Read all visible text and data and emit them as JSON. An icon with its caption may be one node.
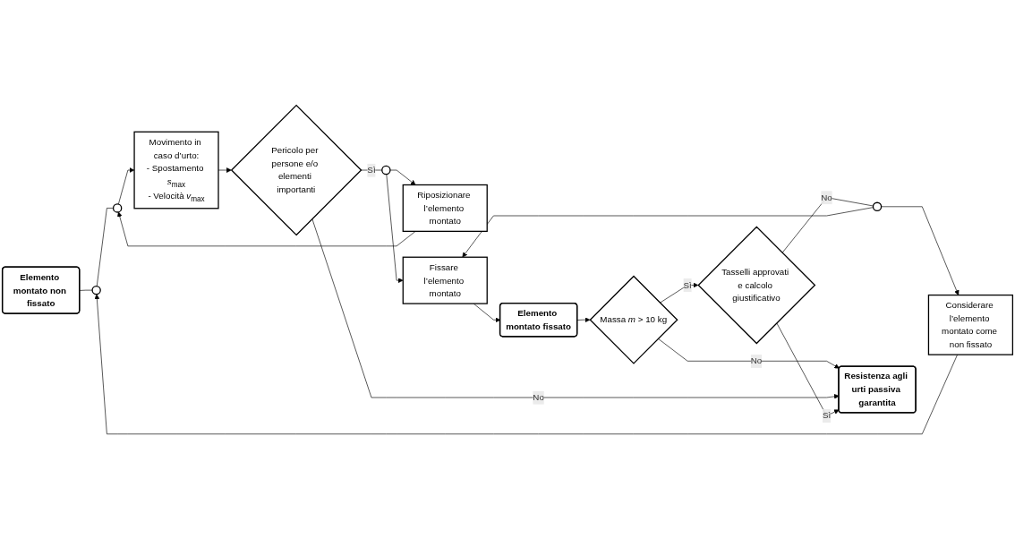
{
  "diagram": {
    "nodes": [
      {
        "text": [
          "Elemento montato non fissato"
        ]
      },
      {
        "text": [
          "Elemento montato fissato"
        ]
      },
      {
        "text": [],
        "shape": "circle"
      },
      {
        "text": [],
        "shape": "circle"
      },
      {
        "text": [
          "Movimento in caso d’urto:",
          "- Spostamento *s*$_{max}$",
          "- Velocità *v*$_{max}$"
        ]
      },
      {
        "text": [
          "Massa *m* > 10 kg"
        ]
      },
      {
        "text": [
          "Considerare l’elemento montato come non fissato"
        ]
      },
      {
        "text": [
          "Riposizionare l’elemento montato"
        ]
      },
      {
        "text": [
          "Pericolo per persone e/o elementi importanti"
        ]
      },
      {
        "text": [],
        "shape": "circle"
      },
      {
        "text": [
          "Fissare l’elemento montato"
        ]
      },
      {
        "text": [],
        "shape": "circle"
      },
      {
        "text": [
          "Tasselli approvati e calcolo giustificativo"
        ]
      },
      {
        "text": [
          "Resistenza agli urti passiva garantita"
        ]
      }
    ],
    "edges": [
      {
        "from": 0,
        "to": 2,
        "arrow": "none"
      },
      {
        "from": 2,
        "to": 3,
        "arrow": "none"
      },
      {
        "from": 3,
        "to": 4,
        "arrow": "to"
      },
      {
        "from": 10,
        "to": 1,
        "arrow": "to"
      },
      {
        "from": 1,
        "to": 5,
        "arrow": "to"
      },
      {
        "from": 6,
        "to": 2,
        "arrow": "to"
      },
      {
        "from": 7,
        "to": 3,
        "arrow": "to"
      },
      {
        "from": 5,
        "to": 13,
        "label": "No",
        "arrow": "to"
      },
      {
        "from": 5,
        "to": 12,
        "label": "Sì",
        "arrow": "to"
      },
      {
        "from": 4,
        "to": 8,
        "arrow": "to"
      },
      {
        "from": 8,
        "to": 9,
        "label": "Sì",
        "arrow": "none"
      },
      {
        "from": 9,
        "to": 7,
        "arrow": "to"
      },
      {
        "from": 9,
        "to": 10,
        "arrow": "to"
      },
      {
        "from": 12,
        "to": 11,
        "label": "No",
        "arrow": "none"
      },
      {
        "from": 11,
        "to": 10,
        "arrow": "to"
      },
      {
        "from": 11,
        "to": 6,
        "arrow": "to"
      },
      {
        "from": 8,
        "to": 13,
        "label": "No",
        "arrow": "to"
      },
      {
        "from": 12,
        "to": 13,
        "label": "Sì",
        "arrow": "to"
      }
    ]
  }
}
